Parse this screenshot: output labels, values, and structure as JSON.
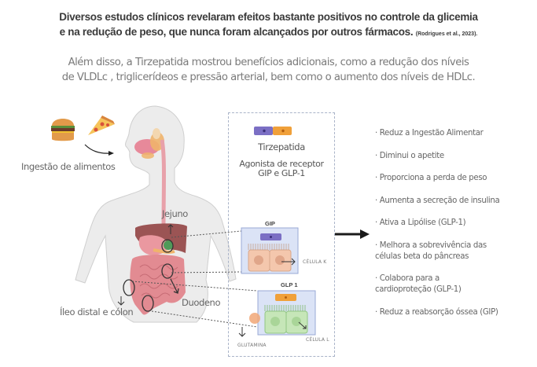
{
  "heading": {
    "line1": "Diversos estudos clínicos revelaram efeitos bastante positivos no controle da glicemia",
    "line2": "e na redução de peso, que nunca foram alcançados por outros fármacos.",
    "citation": "(Rodrigues et al., 2023)."
  },
  "subheading": {
    "line1": "Além disso, a Tirzepatida mostrou benefícios adicionais, como a redução dos níveis",
    "line2": "de VLDLc , triglicerídeos e pressão arterial, bem como o aumento dos níveis de HDLc."
  },
  "body_labels": {
    "food_intake": "Ingestão de alimentos",
    "jejunum": "Jejuno",
    "duodenum": "Duodeno",
    "ileum_colon": "Íleo distal e cólon"
  },
  "panel": {
    "drug_name": "Tirzepatida",
    "drug_desc_line1": "Agonista de receptor",
    "drug_desc_line2": "GIP e GLP-1",
    "gip_title": "GIP",
    "gip_cell": "CÉLULA K",
    "glp1_title": "GLP 1",
    "glp1_cell": "CÉLULA L",
    "glutamine": "GLUTAMINA"
  },
  "colors": {
    "gip_purple": "#7b6fc4",
    "glp1_orange": "#f0a03a",
    "k_cell": "#f4c7ad",
    "l_cell": "#c6e6b8",
    "gut_pink": "#e3868f",
    "liver": "#9b4f4f"
  },
  "effects": [
    {
      "line1": "· Reduz a Ingestão Alimentar"
    },
    {
      "line1": "· Diminui o apetite"
    },
    {
      "line1": "· Proporciona a perda de peso"
    },
    {
      "line1": "· Aumenta a secreção de insulina"
    },
    {
      "line1": "· Ativa a Lipólise (GLP-1)"
    },
    {
      "line1": "· Melhora a sobrevivência das",
      "line2": "células beta do pâncreas"
    },
    {
      "line1": "· Colabora para a",
      "line2": "cardioproteção (GLP-1)"
    },
    {
      "line1": "· Reduz a  reabsorção óssea (GIP)"
    }
  ]
}
